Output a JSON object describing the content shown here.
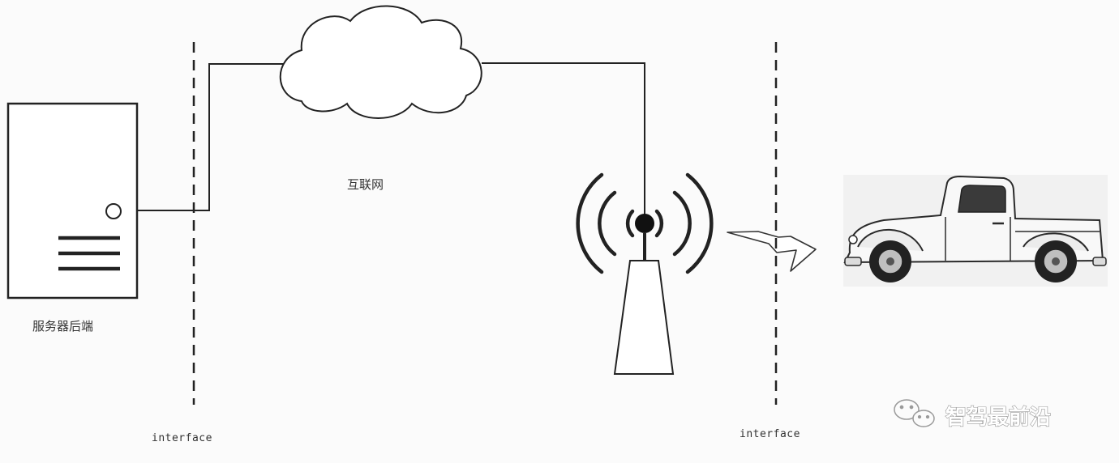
{
  "labels": {
    "server": "服务器后端",
    "internet": "互联网",
    "interface_left": "interface",
    "interface_right": "interface"
  },
  "watermark": {
    "text": "智驾最前沿",
    "icon": "wechat-icon"
  },
  "icons": {
    "server": "server-icon",
    "cloud": "cloud-icon",
    "tower": "radio-tower-icon",
    "lightning": "lightning-bolt-icon",
    "vehicle": "pickup-truck-icon"
  },
  "colors": {
    "line": "#222222",
    "background": "#fbfbfb",
    "vehicle_panel": "#f1f1f1"
  }
}
